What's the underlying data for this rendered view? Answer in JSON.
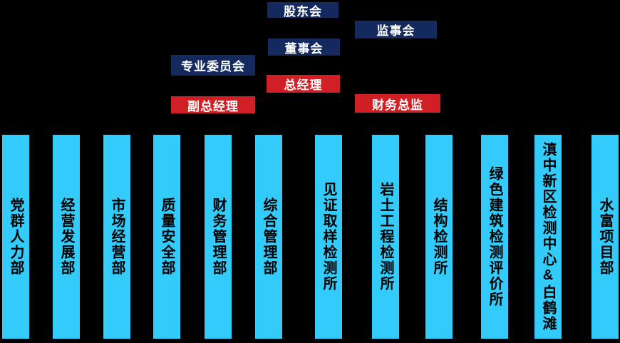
{
  "colors": {
    "background": "#000000",
    "navy": "#142a5e",
    "red": "#d01f25",
    "cyan": "#33ccfa",
    "node_text": "#ffffff",
    "column_text": "#000000"
  },
  "top_nodes": [
    {
      "id": "shareholders-meeting",
      "label": "股东会",
      "color": "navy"
    },
    {
      "id": "supervisory-board",
      "label": "监事会",
      "color": "navy"
    },
    {
      "id": "board-of-directors",
      "label": "董事会",
      "color": "navy"
    },
    {
      "id": "professional-committee",
      "label": "专业委员会",
      "color": "navy"
    },
    {
      "id": "general-manager",
      "label": "总经理",
      "color": "red"
    },
    {
      "id": "deputy-general-manager",
      "label": "副总经理",
      "color": "red"
    },
    {
      "id": "finance-director",
      "label": "财务总监",
      "color": "red"
    }
  ],
  "departments": [
    {
      "label": "党群人力部"
    },
    {
      "label": "经营发展部"
    },
    {
      "label": "市场经营部"
    },
    {
      "label": "质量安全部"
    },
    {
      "label": "财务管理部"
    },
    {
      "label": "综合管理部"
    },
    {
      "label": "见证取样检测所"
    },
    {
      "label": "岩土工程检测所"
    },
    {
      "label": "结构检测所"
    },
    {
      "label": "绿色建筑检测评价所"
    },
    {
      "label": "滇中新区检测中心&白鹤滩"
    },
    {
      "label": "水富项目部"
    }
  ]
}
